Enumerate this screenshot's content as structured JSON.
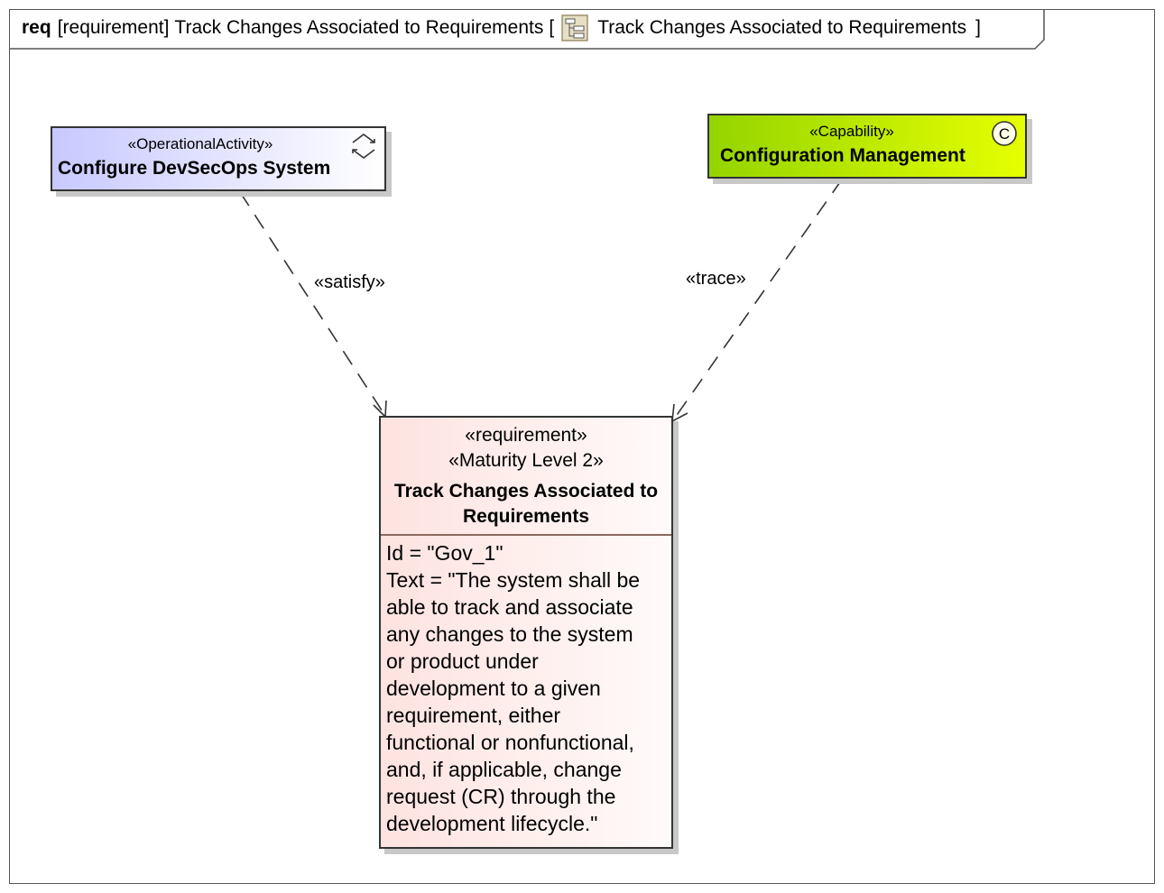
{
  "frame": {
    "kind": "req",
    "element_type": "[requirement]",
    "owner_name": "Track Changes Associated to Requirements",
    "open_bracket": "[",
    "diagram_name": "Track Changes Associated to Requirements",
    "close_bracket": "]",
    "icon": "diagram-icon"
  },
  "nodes": {
    "operational_activity": {
      "stereotype": "«OperationalActivity»",
      "name": "Configure DevSecOps System",
      "icon": "operational-activity-icon",
      "color": "#c8c8ff"
    },
    "capability": {
      "stereotype": "«Capability»",
      "name": "Configuration Management",
      "icon": "capability-icon",
      "icon_letter": "C",
      "color": "#94d400"
    },
    "requirement": {
      "stereotype1": "«requirement»",
      "stereotype2": "«Maturity Level 2»",
      "name": "Track Changes Associated to Requirements",
      "color": "#fde3df",
      "body_lines": [
        "Id = \"Gov_1\"",
        "Text = \"The system shall be",
        "able to track and associate",
        "any changes to the system",
        "or product under",
        "development to a given",
        "requirement, either",
        "functional or nonfunctional,",
        "and, if applicable, change",
        "request (CR) through the",
        "development lifecycle.\""
      ]
    }
  },
  "edges": {
    "satisfy": "«satisfy»",
    "trace": "«trace»"
  }
}
